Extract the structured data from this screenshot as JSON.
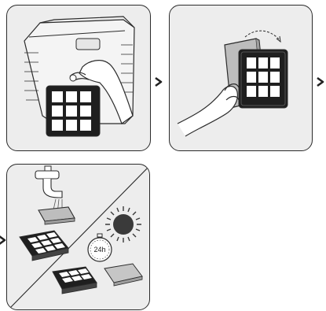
{
  "steps": [
    {
      "id": "step-1",
      "description_icon": "remove-filter-from-dust-bin"
    },
    {
      "id": "step-2",
      "description_icon": "separate-sponge-from-hepa-filter"
    },
    {
      "id": "step-3",
      "description_icon": "rinse-and-dry-filter"
    }
  ],
  "timer": {
    "label": "24h"
  },
  "colors": {
    "panel_bg": "#ededed",
    "stroke": "#2b2b2b",
    "filter_dark": "#1f1f1f",
    "sun": "#3a3a3a"
  }
}
